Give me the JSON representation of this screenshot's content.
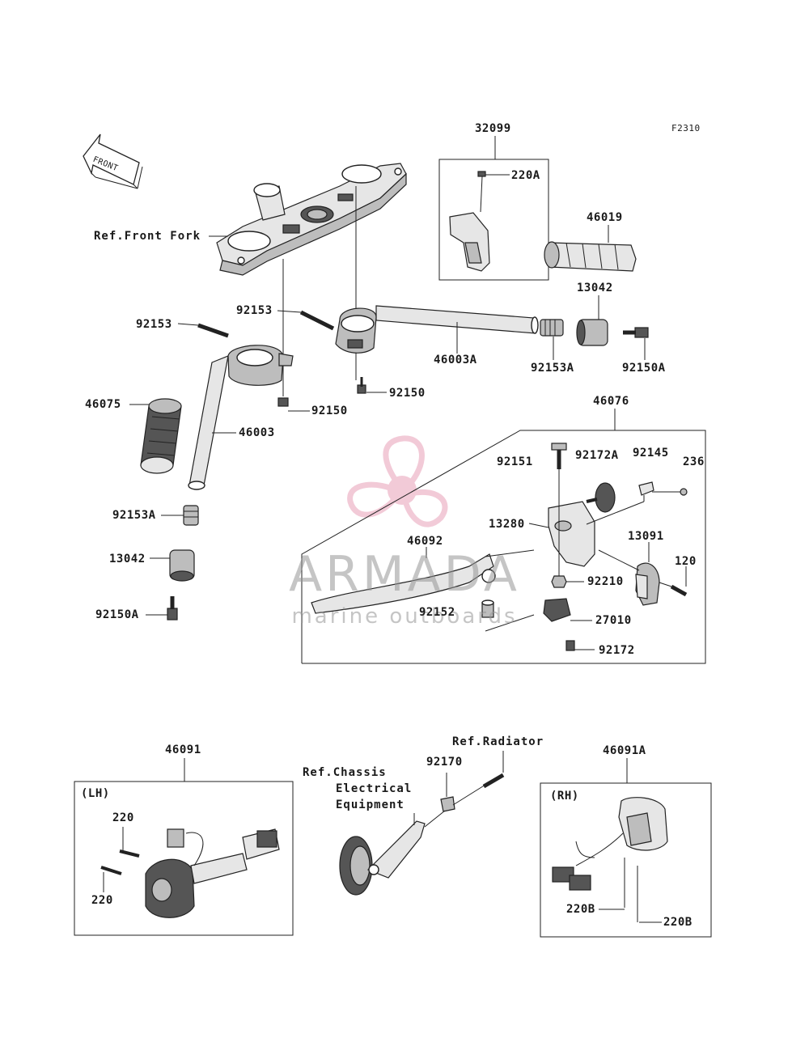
{
  "figure_code": "F2310",
  "front_arrow": "FRONT",
  "watermark": {
    "brand": "ARMADA",
    "tagline": "marine outboards"
  },
  "labels": {
    "p32099": "32099",
    "p220A": "220A",
    "p46019": "46019",
    "p13042_r": "13042",
    "ref_front_fork": "Ref.Front Fork",
    "p92153_a": "92153",
    "p92153_b": "92153",
    "p46003A": "46003A",
    "p92153A_r": "92153A",
    "p92150A_r": "92150A",
    "p92150_a": "92150",
    "p92150_b": "92150",
    "p46075": "46075",
    "p46003": "46003",
    "p92153A_l": "92153A",
    "p13042_l": "13042",
    "p92150A_l": "92150A",
    "p46076": "46076",
    "p92151": "92151",
    "p92172A": "92172A",
    "p92145": "92145",
    "p236": "236",
    "p13280": "13280",
    "p46092": "46092",
    "p13091": "13091",
    "p120": "120",
    "p92210": "92210",
    "p92152": "92152",
    "p27010": "27010",
    "p92172": "92172",
    "p46091": "46091",
    "lh": "(LH)",
    "p220_a": "220",
    "p220_b": "220",
    "ref_radiator": "Ref.Radiator",
    "ref_chassis_1": "Ref.Chassis",
    "ref_chassis_2": "Electrical",
    "ref_chassis_3": "Equipment",
    "p92170": "92170",
    "p46091A": "46091A",
    "rh": "(RH)",
    "p220B_a": "220B",
    "p220B_b": "220B"
  }
}
